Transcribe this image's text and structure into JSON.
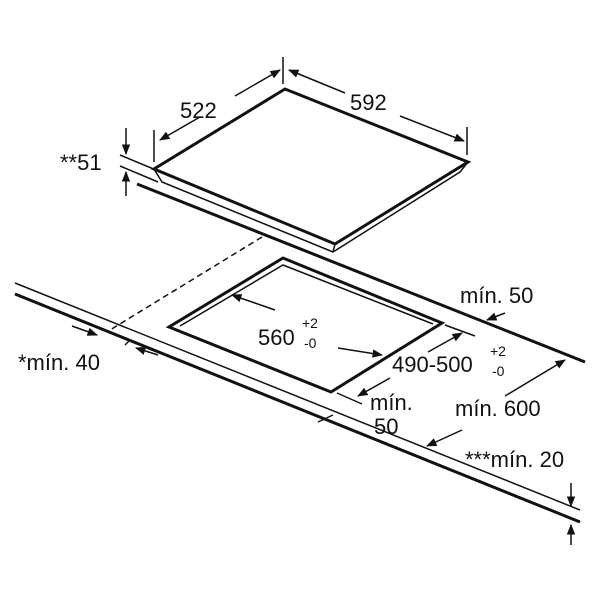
{
  "diagram": {
    "hob_width": "592",
    "hob_depth": "522",
    "hob_height": "**51",
    "cutout_width": "560",
    "cutout_width_tol_plus": "+2",
    "cutout_width_tol_minus": "-0",
    "cutout_depth": "490-500",
    "cutout_depth_tol_plus": "+2",
    "cutout_depth_tol_minus": "-0",
    "rear_clearance": "mín. 50",
    "front_clearance_label": "mín.",
    "front_clearance_value": "50",
    "side_clearance": "*mín. 40",
    "worktop_depth": "mín. 600",
    "worktop_thickness": "***mín. 20"
  }
}
